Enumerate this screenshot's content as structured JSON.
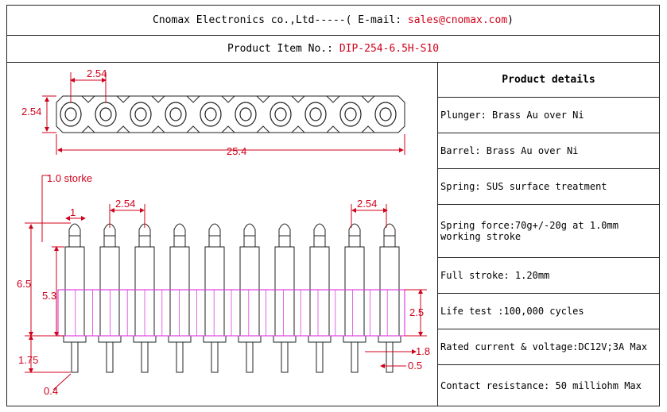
{
  "header": {
    "company_prefix": "Cnomax Electronics co.,Ltd-----( E-mail: ",
    "email": "sales@cnomax.com",
    "company_suffix": ")",
    "item_label": "Product Item No.: ",
    "item_no": "DIP-254-6.5H-S10"
  },
  "drawing": {
    "top_pitch": "2.54",
    "top_height": "2.54",
    "total_length": "25.4",
    "stroke_note": "1.0 storke",
    "stroke_dim": "1",
    "side_pitch_left": "2.54",
    "side_pitch_right": "2.54",
    "height_total": "6.5",
    "height_plunger": "5.3",
    "insulator_height": "2.5",
    "tail_length": "1.75",
    "tail_dia": "0.4",
    "shoulder_dia": "1.8",
    "tail_width": "0.5",
    "pin_count": 10,
    "colors": {
      "line": "#222222",
      "dim": "#d0021b",
      "insulator": "#e040e0"
    }
  },
  "specs": {
    "title": "Product details",
    "rows": [
      "Plunger: Brass Au over Ni",
      "Barrel: Brass Au over Ni",
      "Spring: SUS surface treatment",
      "Spring force:70g+/-20g at 1.0mm working stroke",
      "Full stroke: 1.20mm",
      "Life test :100,000 cycles",
      "Rated current & voltage:DC12V;3A Max",
      "Contact resistance: 50 milliohm Max"
    ]
  }
}
